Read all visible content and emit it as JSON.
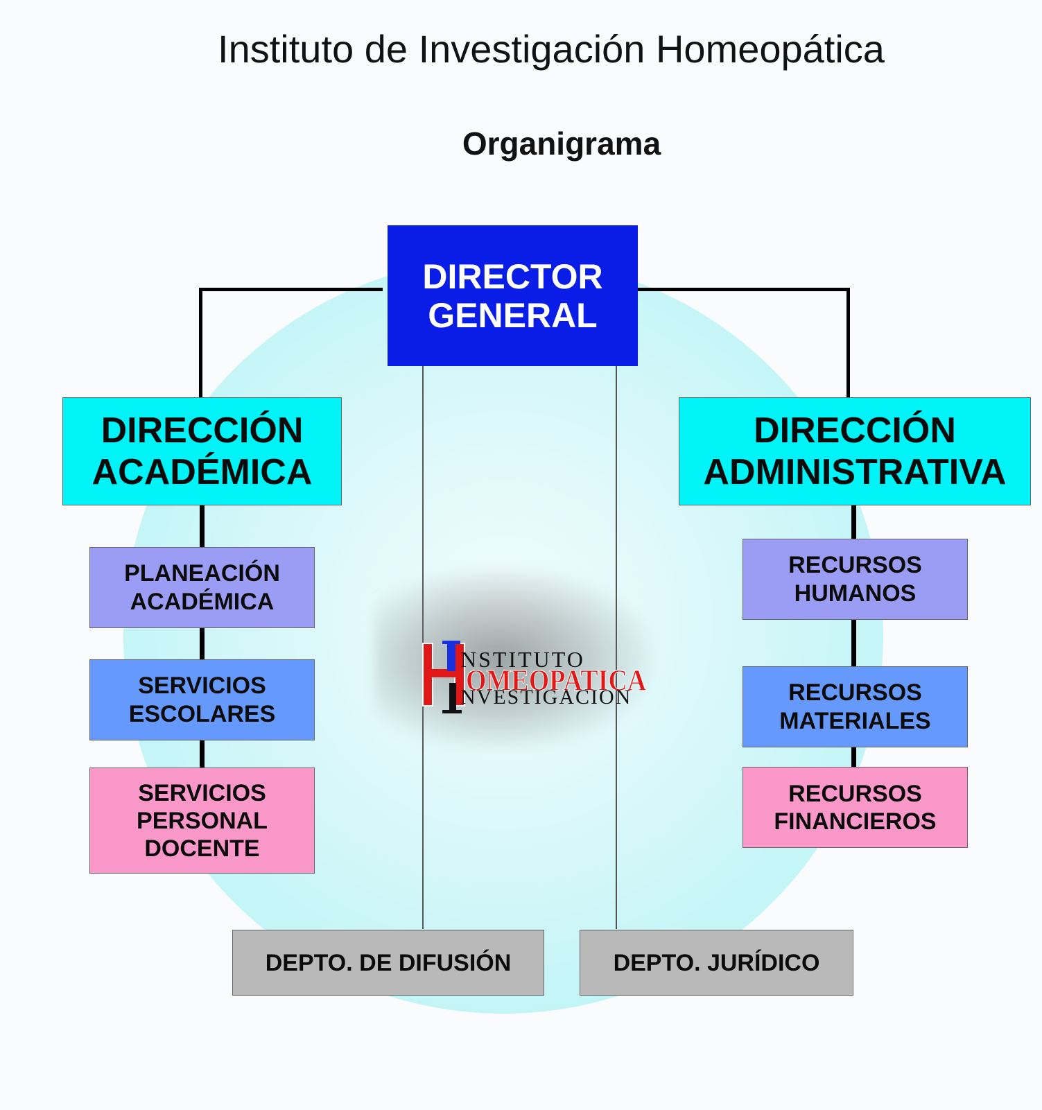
{
  "header": {
    "title": "Instituto de Investigación Homeopática",
    "subtitle": "Organigrama"
  },
  "director": {
    "line1": "DIRECTOR",
    "line2": "GENERAL"
  },
  "academica": {
    "title_line1": "DIRECCIÓN",
    "title_line2": "ACADÉMICA",
    "units": [
      {
        "line1": "PLANEACIÓN",
        "line2": "ACADÉMICA"
      },
      {
        "line1": "SERVICIOS",
        "line2": "ESCOLARES"
      },
      {
        "line1": "SERVICIOS",
        "line2": "PERSONAL",
        "line3": "DOCENTE"
      }
    ]
  },
  "administrativa": {
    "title_line1": "DIRECCIÓN",
    "title_line2": "ADMINISTRATIVA",
    "units": [
      {
        "line1": "RECURSOS",
        "line2": "HUMANOS"
      },
      {
        "line1": "RECURSOS",
        "line2": "MATERIALES"
      },
      {
        "line1": "RECURSOS",
        "line2": "FINANCIEROS"
      }
    ]
  },
  "departments": {
    "difusion": "DEPTO. DE DIFUSIÓN",
    "juridico": "DEPTO. JURÍDICO"
  },
  "logo": {
    "word_top": "NSTITUTO",
    "word_mid": "OMEOPATICA",
    "word_bottom": "NVESTIGACION"
  },
  "colors": {
    "director": "#0a1de6",
    "direccion": "#00f3f6",
    "purple_unit": "#9b9cf4",
    "blue_unit": "#6699fc",
    "pink_unit": "#fa98c9",
    "department": "#b9b9b9",
    "circle": "#c4f5f7"
  }
}
